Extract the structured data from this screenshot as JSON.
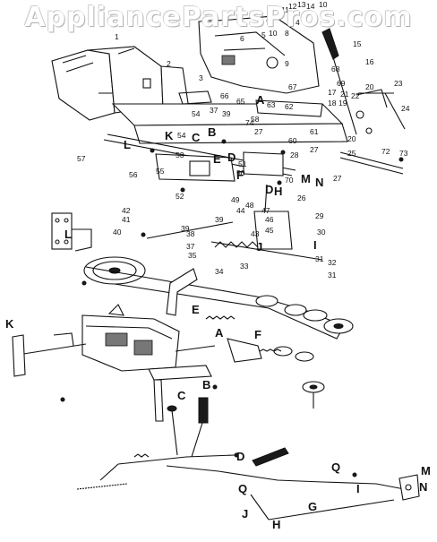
{
  "watermark": "AppliancePartsPros.com",
  "part_numbers": [
    {
      "id": "1",
      "text": "1"
    },
    {
      "id": "2",
      "text": "2"
    },
    {
      "id": "3",
      "text": "3"
    },
    {
      "id": "4",
      "text": "4"
    },
    {
      "id": "5",
      "text": "5"
    },
    {
      "id": "6",
      "text": "6"
    },
    {
      "id": "7",
      "text": "7"
    },
    {
      "id": "8",
      "text": "8"
    },
    {
      "id": "9",
      "text": "9"
    },
    {
      "id": "10a",
      "text": "10"
    },
    {
      "id": "10b",
      "text": "10"
    },
    {
      "id": "11",
      "text": "11"
    },
    {
      "id": "12",
      "text": "12"
    },
    {
      "id": "13",
      "text": "13"
    },
    {
      "id": "14",
      "text": "14"
    },
    {
      "id": "15",
      "text": "15"
    },
    {
      "id": "16",
      "text": "16"
    },
    {
      "id": "17",
      "text": "17"
    },
    {
      "id": "18",
      "text": "18"
    },
    {
      "id": "19",
      "text": "19"
    },
    {
      "id": "20a",
      "text": "20"
    },
    {
      "id": "20b",
      "text": "20"
    },
    {
      "id": "21",
      "text": "21"
    },
    {
      "id": "22",
      "text": "22"
    },
    {
      "id": "23",
      "text": "23"
    },
    {
      "id": "24",
      "text": "24"
    },
    {
      "id": "25",
      "text": "25"
    },
    {
      "id": "26",
      "text": "26"
    },
    {
      "id": "27a",
      "text": "27"
    },
    {
      "id": "27b",
      "text": "27"
    },
    {
      "id": "27c",
      "text": "27"
    },
    {
      "id": "28",
      "text": "28"
    },
    {
      "id": "29",
      "text": "29"
    },
    {
      "id": "30",
      "text": "30"
    },
    {
      "id": "31a",
      "text": "31"
    },
    {
      "id": "31b",
      "text": "31"
    },
    {
      "id": "32",
      "text": "32"
    },
    {
      "id": "33",
      "text": "33"
    },
    {
      "id": "34",
      "text": "34"
    },
    {
      "id": "35",
      "text": "35"
    },
    {
      "id": "37a",
      "text": "37"
    },
    {
      "id": "37b",
      "text": "37"
    },
    {
      "id": "38",
      "text": "38"
    },
    {
      "id": "39a",
      "text": "39"
    },
    {
      "id": "39b",
      "text": "39"
    },
    {
      "id": "39c",
      "text": "39"
    },
    {
      "id": "40",
      "text": "40"
    },
    {
      "id": "41",
      "text": "41"
    },
    {
      "id": "42",
      "text": "42"
    },
    {
      "id": "43",
      "text": "43"
    },
    {
      "id": "44",
      "text": "44"
    },
    {
      "id": "45",
      "text": "45"
    },
    {
      "id": "46",
      "text": "46"
    },
    {
      "id": "47",
      "text": "47"
    },
    {
      "id": "48",
      "text": "48"
    },
    {
      "id": "49",
      "text": "49"
    },
    {
      "id": "50",
      "text": "50"
    },
    {
      "id": "51",
      "text": "51"
    },
    {
      "id": "52",
      "text": "52"
    },
    {
      "id": "53",
      "text": "53"
    },
    {
      "id": "54a",
      "text": "54"
    },
    {
      "id": "54b",
      "text": "54"
    },
    {
      "id": "55",
      "text": "55"
    },
    {
      "id": "56",
      "text": "56"
    },
    {
      "id": "57",
      "text": "57"
    },
    {
      "id": "58",
      "text": "58"
    },
    {
      "id": "60",
      "text": "60"
    },
    {
      "id": "61",
      "text": "61"
    },
    {
      "id": "62",
      "text": "62"
    },
    {
      "id": "63",
      "text": "63"
    },
    {
      "id": "65",
      "text": "65"
    },
    {
      "id": "66",
      "text": "66"
    },
    {
      "id": "67",
      "text": "67"
    },
    {
      "id": "68",
      "text": "68"
    },
    {
      "id": "69",
      "text": "69"
    },
    {
      "id": "70",
      "text": "70"
    },
    {
      "id": "72",
      "text": "72"
    },
    {
      "id": "73",
      "text": "73"
    },
    {
      "id": "74",
      "text": "74"
    }
  ],
  "reference_letters": [
    {
      "id": "A1",
      "text": "A"
    },
    {
      "id": "A2",
      "text": "A"
    },
    {
      "id": "B1",
      "text": "B"
    },
    {
      "id": "B2",
      "text": "B"
    },
    {
      "id": "C1",
      "text": "C"
    },
    {
      "id": "C2",
      "text": "C"
    },
    {
      "id": "D1",
      "text": "D"
    },
    {
      "id": "D2",
      "text": "D"
    },
    {
      "id": "D3",
      "text": "D"
    },
    {
      "id": "E1",
      "text": "E"
    },
    {
      "id": "E2",
      "text": "E"
    },
    {
      "id": "F1",
      "text": "F"
    },
    {
      "id": "F2",
      "text": "F"
    },
    {
      "id": "G1",
      "text": "G"
    },
    {
      "id": "H1",
      "text": "H"
    },
    {
      "id": "H2",
      "text": "H"
    },
    {
      "id": "I1",
      "text": "I"
    },
    {
      "id": "I2",
      "text": "I"
    },
    {
      "id": "J1",
      "text": "J"
    },
    {
      "id": "J2",
      "text": "J"
    },
    {
      "id": "K1",
      "text": "K"
    },
    {
      "id": "K2",
      "text": "K"
    },
    {
      "id": "L1",
      "text": "L"
    },
    {
      "id": "L2",
      "text": "L"
    },
    {
      "id": "M1",
      "text": "M"
    },
    {
      "id": "M2",
      "text": "M"
    },
    {
      "id": "N1",
      "text": "N"
    },
    {
      "id": "N2",
      "text": "N"
    },
    {
      "id": "Q1",
      "text": "Q"
    },
    {
      "id": "Q2",
      "text": "Q"
    }
  ]
}
